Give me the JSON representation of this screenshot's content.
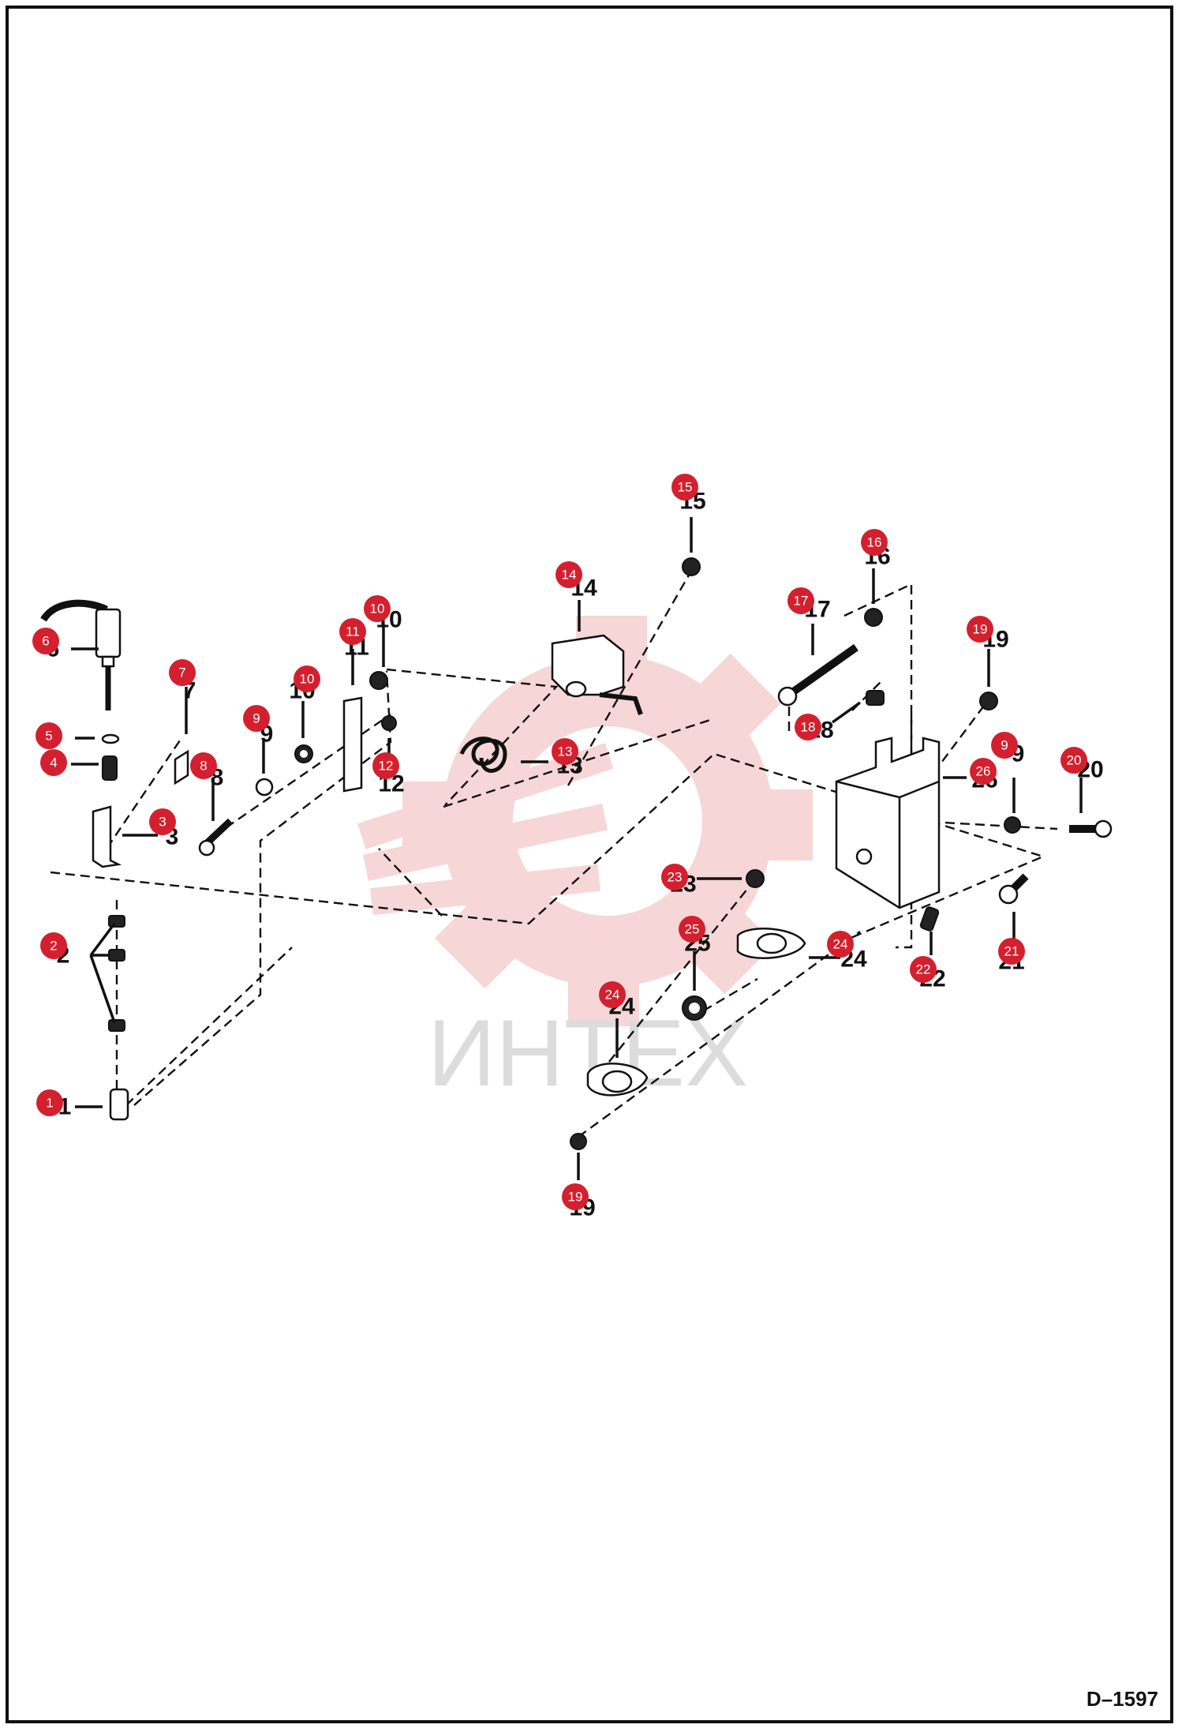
{
  "drawing_id": "D–1597",
  "watermark": {
    "text": "ИНТЕХ",
    "color": "#f4c9c9"
  },
  "colors": {
    "callout_fill": "#d4202e",
    "line": "#111111",
    "background": "#ffffff"
  },
  "callouts": [
    {
      "label": "1",
      "number": "1"
    },
    {
      "label": "2",
      "number": "2"
    },
    {
      "label": "3",
      "number": "3"
    },
    {
      "label": "4",
      "number": "4"
    },
    {
      "label": "5",
      "number": "5"
    },
    {
      "label": "6",
      "number": "6"
    },
    {
      "label": "7",
      "number": "7"
    },
    {
      "label": "8",
      "number": "8"
    },
    {
      "label": "9",
      "number": "9"
    },
    {
      "label": "10",
      "number": "10"
    },
    {
      "label": "11",
      "number": "11"
    },
    {
      "label": "10",
      "number": "10"
    },
    {
      "label": "12",
      "number": "12"
    },
    {
      "label": "13",
      "number": "13"
    },
    {
      "label": "14",
      "number": "14"
    },
    {
      "label": "15",
      "number": "15"
    },
    {
      "label": "16",
      "number": "16"
    },
    {
      "label": "17",
      "number": "17"
    },
    {
      "label": "18",
      "number": "18"
    },
    {
      "label": "19",
      "number": "19"
    },
    {
      "label": "9",
      "number": "9"
    },
    {
      "label": "26",
      "number": "26"
    },
    {
      "label": "20",
      "number": "20"
    },
    {
      "label": "23",
      "number": "23"
    },
    {
      "label": "25",
      "number": "25"
    },
    {
      "label": "24",
      "number": "24"
    },
    {
      "label": "24",
      "number": "24"
    },
    {
      "label": "22",
      "number": "22"
    },
    {
      "label": "21",
      "number": "21"
    },
    {
      "label": "19",
      "number": "19"
    }
  ]
}
